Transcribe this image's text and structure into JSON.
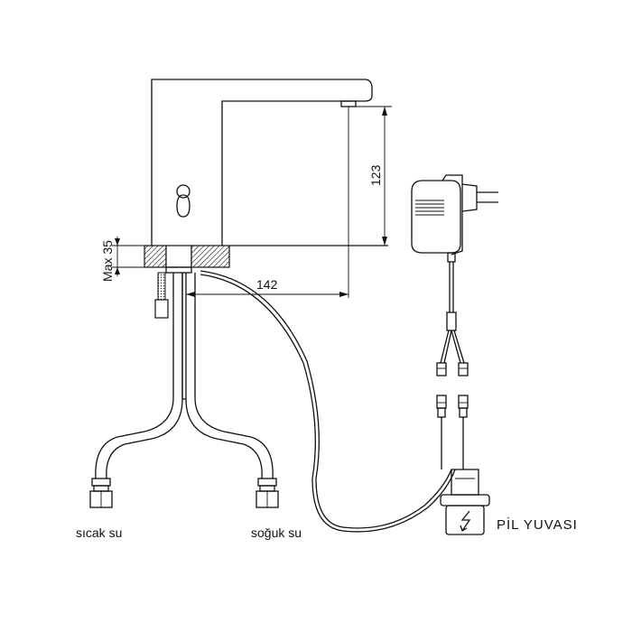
{
  "dimensions": {
    "height_spout": "123",
    "max_thickness": "Max 35",
    "reach": "142"
  },
  "labels": {
    "hot_water": "sıcak su",
    "cold_water": "soğuk su",
    "battery_housing": "PİL YUVASI"
  },
  "icons": {
    "battery_symbol": "lightning-bolt-icon",
    "adapter": "power-adapter-icon",
    "sensor": "sensor-window-icon"
  },
  "colors": {
    "line": "#111111",
    "background": "#ffffff"
  }
}
